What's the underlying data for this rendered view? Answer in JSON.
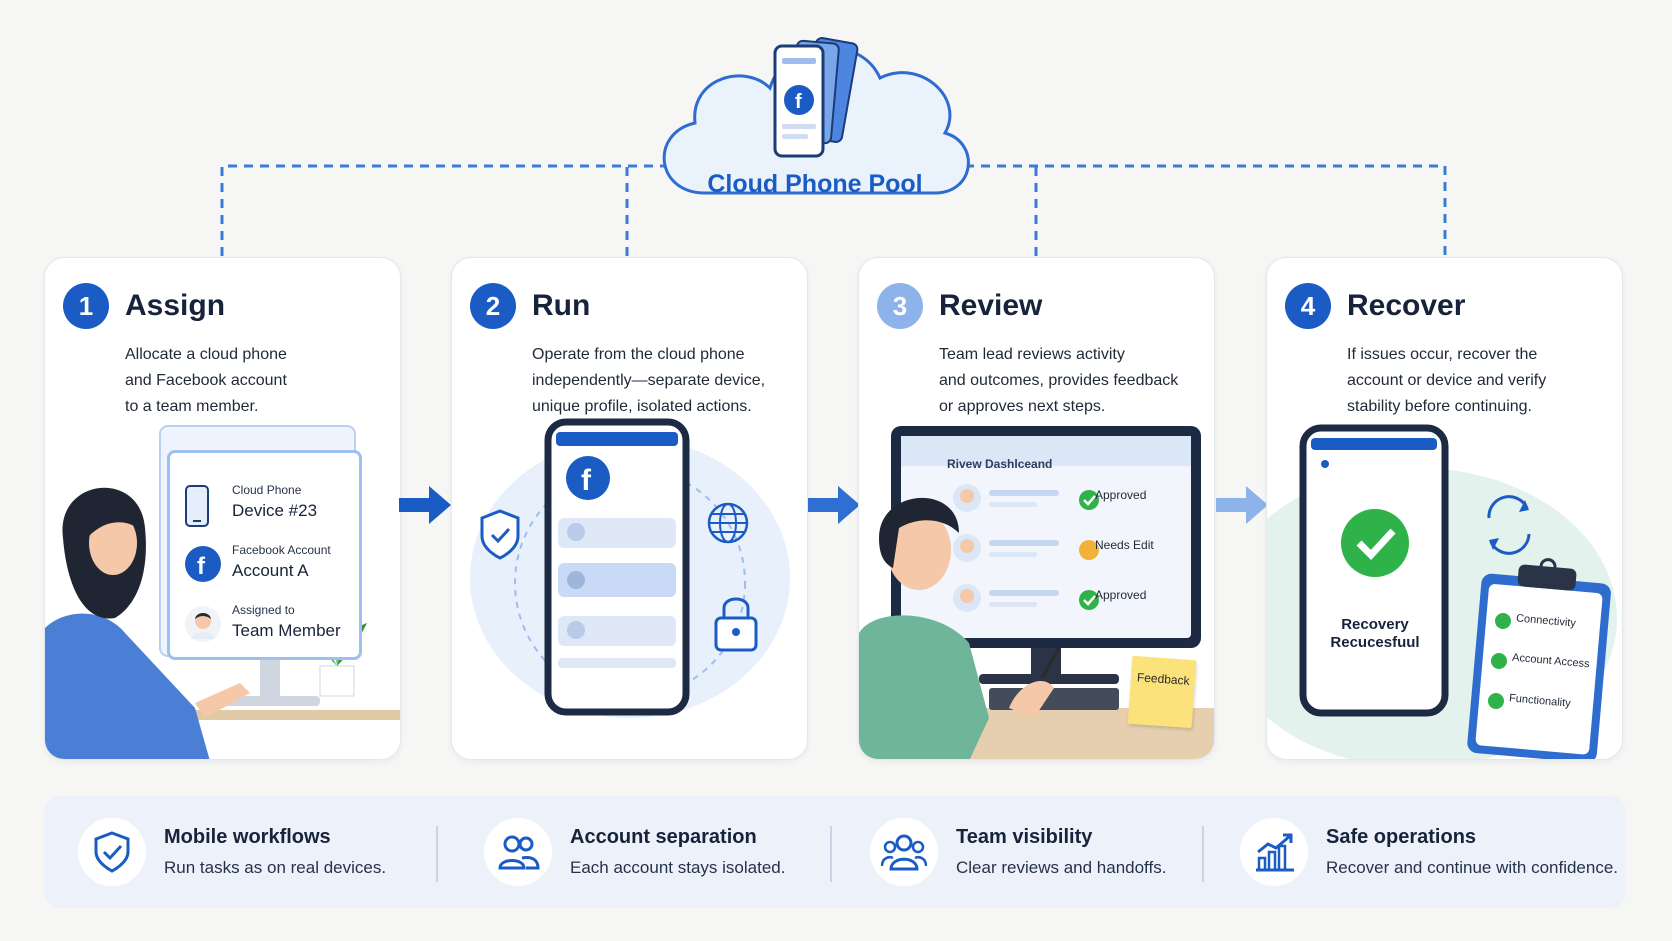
{
  "cloud": {
    "label": "Cloud Phone Pool"
  },
  "steps": [
    {
      "number": "1",
      "title": "Assign",
      "description": [
        "Allocate a cloud phone",
        "and Facebook account",
        "to a team member."
      ],
      "panel": [
        {
          "small": "Cloud Phone",
          "big": "Device #23"
        },
        {
          "small": "Facebook Account",
          "big": "Account A"
        },
        {
          "small": "Assigned to",
          "big": "Team Member"
        }
      ]
    },
    {
      "number": "2",
      "title": "Run",
      "description": [
        "Operate from the cloud phone",
        "independently—separate device,",
        "unique profile, isolated actions."
      ]
    },
    {
      "number": "3",
      "title": "Review",
      "description": [
        "Team lead reviews activity",
        "and outcomes, provides feedback",
        "or approves next steps."
      ],
      "dashboard_title": "Rivew Dashlceand",
      "statuses": [
        "Approved",
        "Needs Edit",
        "Approved"
      ],
      "note": "Feedback"
    },
    {
      "number": "4",
      "title": "Recover",
      "description": [
        "If issues occur, recover the",
        "account or device and verify",
        "stability before continuing."
      ],
      "recovery_text": [
        "Recovery",
        "Recucesfuul"
      ],
      "checklist": [
        "Connectivity",
        "Account Access",
        "Functionality"
      ]
    }
  ],
  "features": [
    {
      "title": "Mobile workflows",
      "description": "Run tasks as on real devices.",
      "icon": "shield-check-icon"
    },
    {
      "title": "Account separation",
      "description": "Each account stays isolated.",
      "icon": "users-icon"
    },
    {
      "title": "Team visibility",
      "description": "Clear reviews and handoffs.",
      "icon": "team-icon"
    },
    {
      "title": "Safe operations",
      "description": "Recover and continue with confidence.",
      "icon": "growth-chart-icon"
    }
  ],
  "colors": {
    "primary": "#1a5cc4",
    "light_blue": "#8db3ea",
    "success": "#2fb24a",
    "warning": "#f2b23a",
    "strip": "#edf2fa"
  }
}
